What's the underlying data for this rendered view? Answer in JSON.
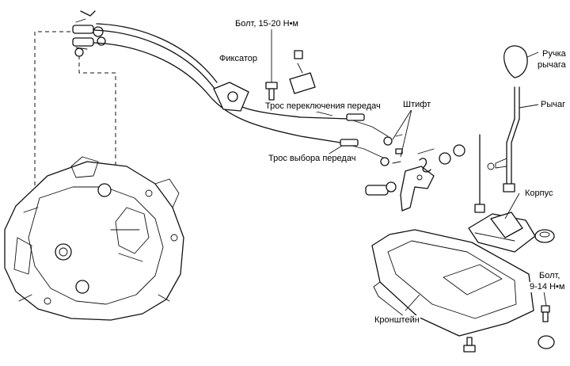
{
  "labels": {
    "bolt_top": "Болт, 15-20 Н•м",
    "retainer": "Фиксатор",
    "shift_cable": "Трос переключения передач",
    "pin": "Штифт",
    "select_cable": "Трос выбора передач",
    "knob_line1": "Ручка",
    "knob_line2": "рычага",
    "lever": "Рычаг",
    "housing": "Корпус",
    "bolt_right_line1": "Болт,",
    "bolt_right_line2": "9-14 Н•м",
    "bracket": "Кронштейн"
  }
}
